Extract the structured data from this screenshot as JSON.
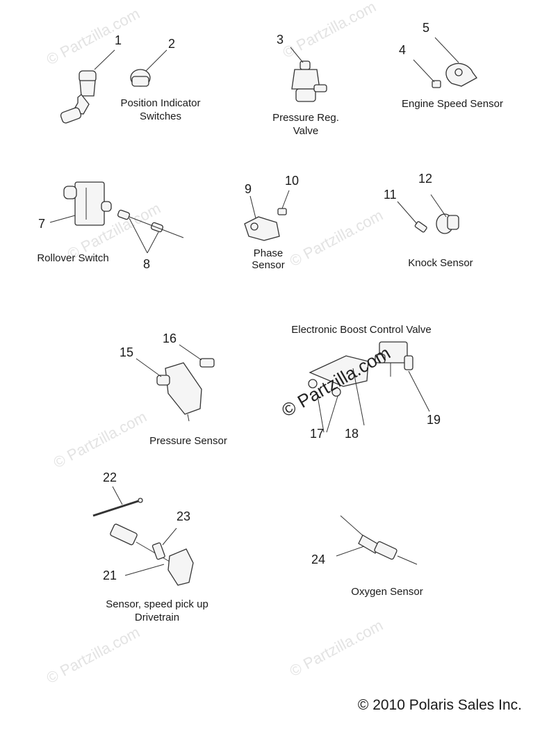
{
  "watermark": "© Partzilla.com",
  "center_watermark": "© Partzilla.com",
  "copyright": "© 2010 Polaris Sales Inc.",
  "labels": {
    "position_indicator": [
      "Position Indicator",
      "Switches"
    ],
    "pressure_reg": [
      "Pressure Reg.",
      "Valve"
    ],
    "engine_speed": "Engine Speed Sensor",
    "rollover": "Rollover Switch",
    "phase": [
      "Phase",
      "Sensor"
    ],
    "knock": "Knock Sensor",
    "boost": "Electronic Boost Control Valve",
    "pressure_sensor": "Pressure Sensor",
    "speed_pickup": [
      "Sensor, speed pick up",
      "Drivetrain"
    ],
    "oxygen": "Oxygen Sensor"
  },
  "callouts": [
    "1",
    "2",
    "3",
    "4",
    "5",
    "7",
    "8",
    "9",
    "10",
    "11",
    "12",
    "15",
    "16",
    "17",
    "18",
    "19",
    "22",
    "23",
    "21",
    "24"
  ]
}
